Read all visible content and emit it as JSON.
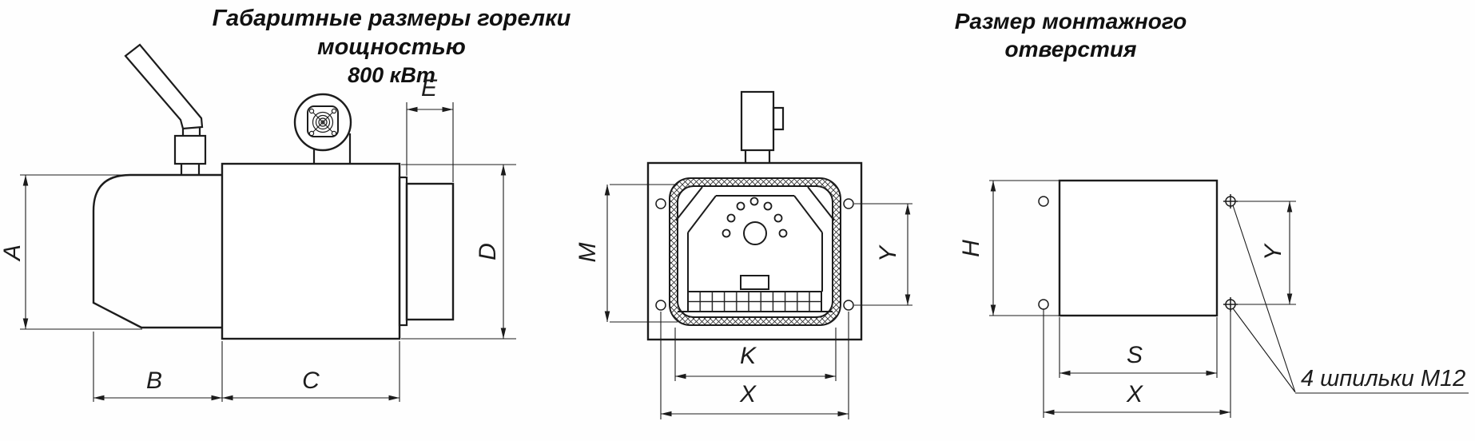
{
  "titles": {
    "left_line1": "Габаритные размеры горелки мощностью",
    "left_line2": "800 кВт",
    "right": "Размер монтажного отверстия"
  },
  "dim_labels": {
    "a": "A",
    "b": "B",
    "c": "C",
    "d": "D",
    "e": "E",
    "m": "M",
    "k": "K",
    "x_front": "X",
    "y_front": "Y",
    "h": "H",
    "s": "S",
    "x_mount": "X",
    "y_mount": "Y"
  },
  "note": {
    "studs": "4 шпильки М12"
  },
  "colors": {
    "line": "#1c1c1c",
    "background": "#fefefe"
  }
}
